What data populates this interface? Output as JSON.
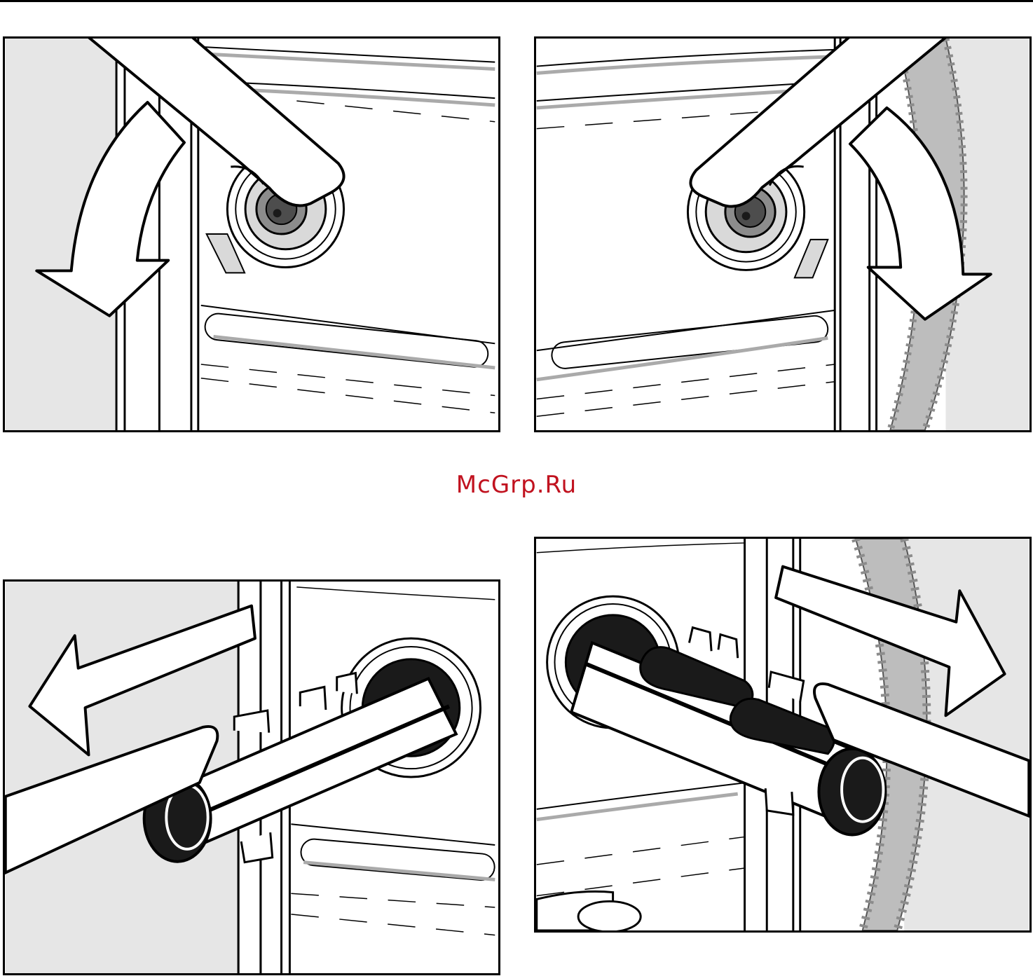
{
  "watermark": {
    "text": "McGrp.Ru",
    "color": "#c1121f"
  },
  "colors": {
    "line": "#000000",
    "panel_fill": "#e6e6e6",
    "mid_gray": "#8c8c8c",
    "dark": "#1a1a1a"
  },
  "panels": [
    {
      "step": "turn-counterclockwise",
      "arrow_icon": "curved-arrow-down-icon"
    },
    {
      "step": "turn-clockwise",
      "arrow_icon": "curved-arrow-down-icon"
    },
    {
      "step": "pull-out-left",
      "arrow_icon": "arrow-left-icon"
    },
    {
      "step": "pull-out-right",
      "arrow_icon": "arrow-right-icon"
    }
  ]
}
